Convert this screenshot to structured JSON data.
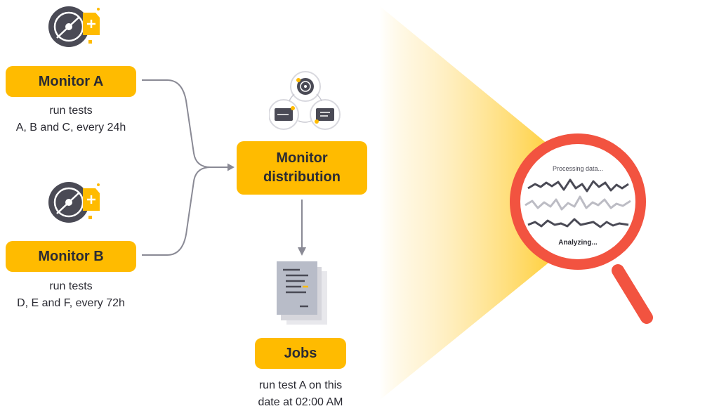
{
  "monitor_a": {
    "label": "Monitor A",
    "caption_line1": "run tests",
    "caption_line2": "A, B and C, every 24h"
  },
  "monitor_b": {
    "label": "Monitor B",
    "caption_line1": "run tests",
    "caption_line2": "D, E and F, every 72h"
  },
  "distribution": {
    "label_line1": "Monitor",
    "label_line2": "distribution"
  },
  "jobs": {
    "label": "Jobs",
    "caption_line1": "run test A on this",
    "caption_line2": "date at 02:00 AM"
  },
  "magnifier": {
    "top_text": "Processing data...",
    "bottom_text": "Analyzing..."
  },
  "colors": {
    "accent": "#ffbb00",
    "dark": "#4a4a55",
    "magnifier_red": "#f25340",
    "connector": "#8a8a95"
  }
}
